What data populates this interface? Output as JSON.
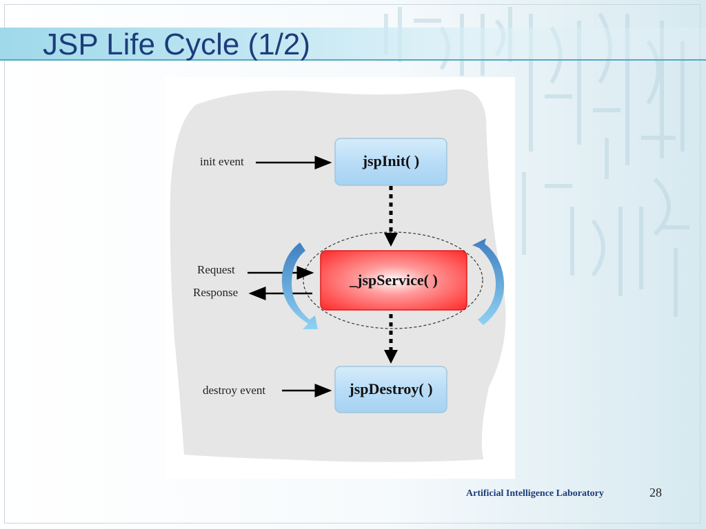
{
  "slide": {
    "title": "JSP Life Cycle (1/2)",
    "footer": "Artificial Intelligence Laboratory",
    "page_number": "28"
  },
  "diagram": {
    "nodes": {
      "init": "jspInit( )",
      "service": "_jspService( )",
      "destroy": "jspDestroy( )"
    },
    "labels": {
      "init_event": "init event",
      "request": "Request",
      "response": "Response",
      "destroy_event": "destroy event"
    },
    "colors": {
      "method_box": "#b9ddf7",
      "service_box": "#ff3333",
      "blob": "#e6e6e6",
      "cycle_arrow": "#5aa7dc"
    }
  }
}
